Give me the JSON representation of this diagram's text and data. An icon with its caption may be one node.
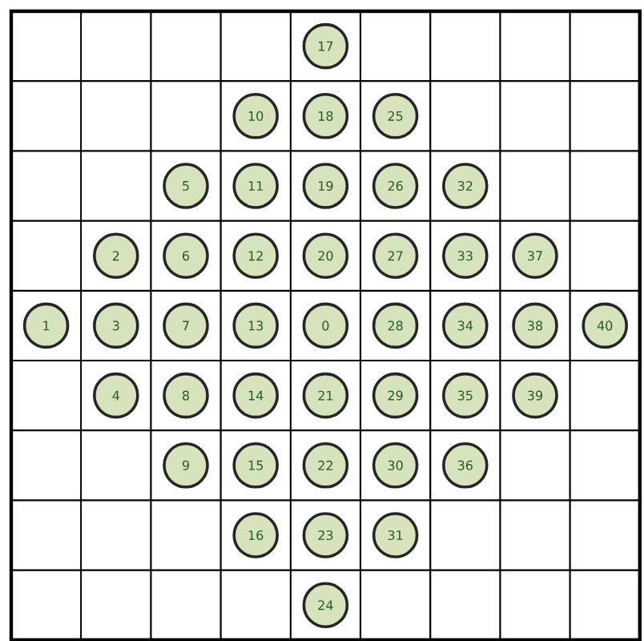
{
  "diagram": {
    "nodes": [
      {
        "text": [
          "17"
        ]
      },
      {
        "text": [
          "10"
        ]
      },
      {
        "text": [
          "18"
        ]
      },
      {
        "text": [
          "25"
        ]
      },
      {
        "text": [
          "5"
        ]
      },
      {
        "text": [
          "11"
        ]
      },
      {
        "text": [
          "19"
        ]
      },
      {
        "text": [
          "26"
        ]
      },
      {
        "text": [
          "32"
        ]
      },
      {
        "text": [
          "2"
        ]
      },
      {
        "text": [
          "6"
        ]
      },
      {
        "text": [
          "12"
        ]
      },
      {
        "text": [
          "20"
        ]
      },
      {
        "text": [
          "27"
        ]
      },
      {
        "text": [
          "33"
        ]
      },
      {
        "text": [
          "37"
        ]
      },
      {
        "text": [
          "1"
        ]
      },
      {
        "text": [
          "3"
        ]
      },
      {
        "text": [
          "7"
        ]
      },
      {
        "text": [
          "13"
        ]
      },
      {
        "text": [
          "0"
        ]
      },
      {
        "text": [
          "28"
        ]
      },
      {
        "text": [
          "34"
        ]
      },
      {
        "text": [
          "38"
        ]
      },
      {
        "text": [
          "40"
        ]
      },
      {
        "text": [
          "4"
        ]
      },
      {
        "text": [
          "8"
        ]
      },
      {
        "text": [
          "14"
        ]
      },
      {
        "text": [
          "21"
        ]
      },
      {
        "text": [
          "29"
        ]
      },
      {
        "text": [
          "35"
        ]
      },
      {
        "text": [
          "39"
        ]
      },
      {
        "text": [
          "9"
        ]
      },
      {
        "text": [
          "15"
        ]
      },
      {
        "text": [
          "22"
        ]
      },
      {
        "text": [
          "30"
        ]
      },
      {
        "text": [
          "36"
        ]
      },
      {
        "text": [
          "16"
        ]
      },
      {
        "text": [
          "23"
        ]
      },
      {
        "text": [
          "31"
        ]
      },
      {
        "text": [
          "24"
        ]
      }
    ]
  }
}
